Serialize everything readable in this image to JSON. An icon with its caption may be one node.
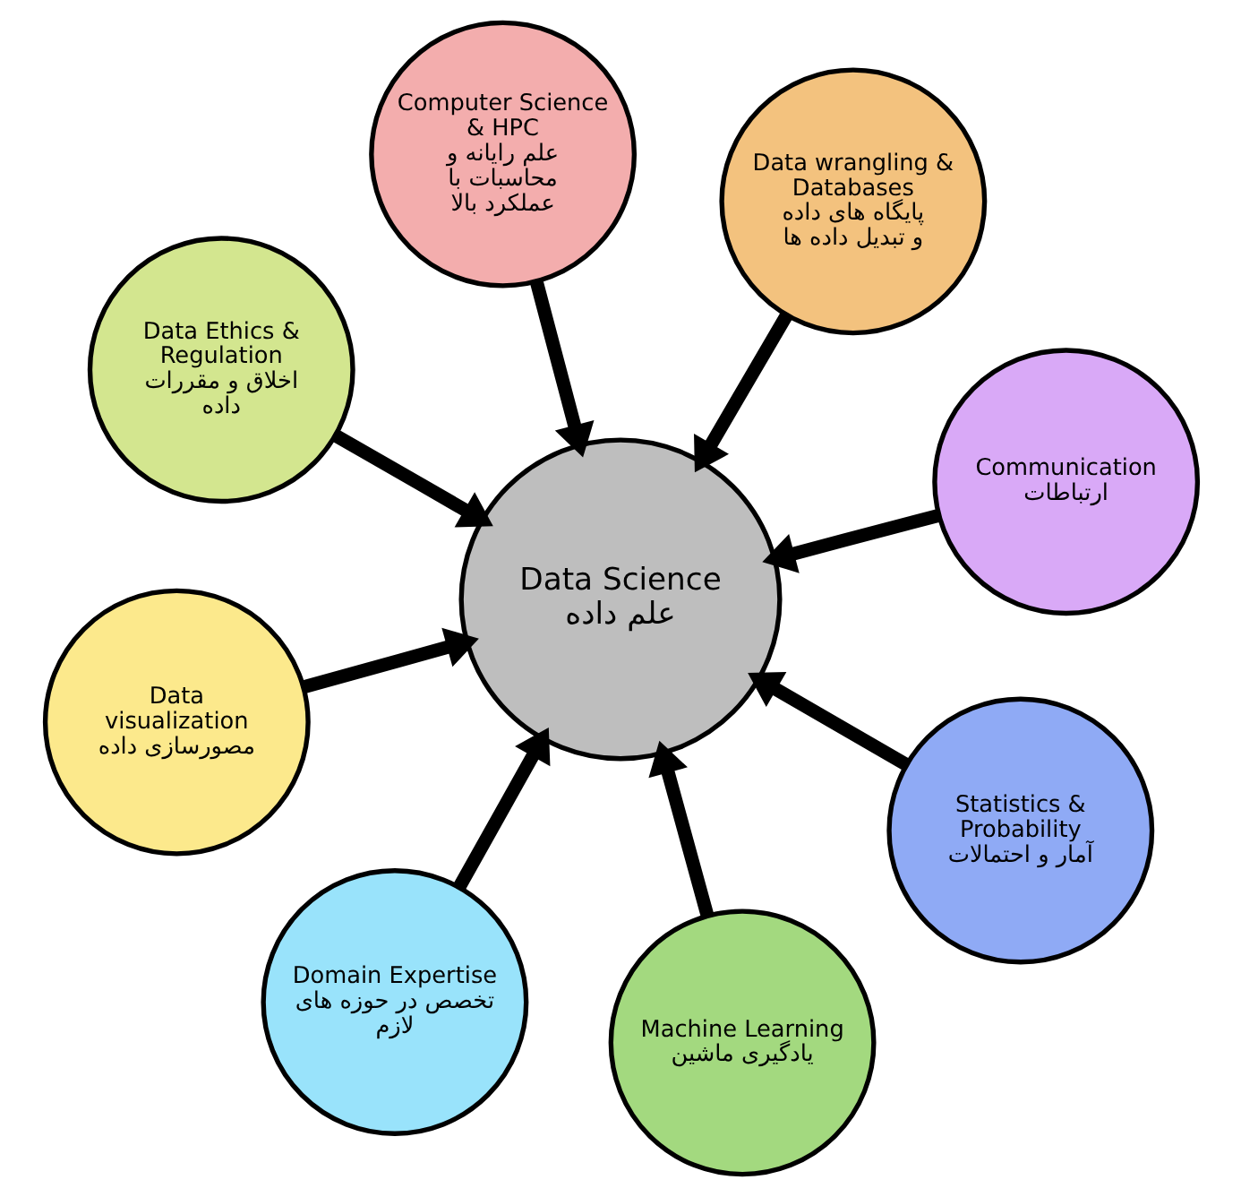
{
  "diagram": {
    "nodes": [
      {
        "text": [
          "Data Science",
          "علم داده"
        ]
      },
      {
        "text": [
          "Communication",
          "ارتباطات"
        ]
      },
      {
        "text": [
          "Domain Expertise",
          "تخصص در حوزه های لازم"
        ]
      },
      {
        "text": [
          "Data Ethics & Regulation",
          "اخلاق و مقررات داده"
        ]
      },
      {
        "text": [
          "Data wrangling & Databases",
          "پایگاه های داده و تبدیل داده ها"
        ]
      },
      {
        "text": [
          "Computer Science & HPC",
          "علم رایانه و محاسبات با عملکرد بالا"
        ]
      },
      {
        "text": [
          "Data visualization",
          "مصورسازی داده"
        ]
      },
      {
        "text": [
          "Statistics & Probability",
          "آمار و احتمالات"
        ]
      },
      {
        "text": [
          "Machine Learning",
          "یادگیری ماشین"
        ]
      }
    ],
    "edges": [
      {
        "from": 1,
        "to": 0,
        "arrow": "to"
      },
      {
        "from": 2,
        "to": 0,
        "arrow": "to"
      },
      {
        "from": 3,
        "to": 0,
        "arrow": "to"
      },
      {
        "from": 4,
        "to": 0,
        "arrow": "to"
      },
      {
        "from": 5,
        "to": 0,
        "arrow": "to"
      },
      {
        "from": 6,
        "to": 0,
        "arrow": "to"
      },
      {
        "from": 7,
        "to": 0,
        "arrow": "to"
      },
      {
        "from": 8,
        "to": 0,
        "arrow": "to"
      }
    ]
  }
}
